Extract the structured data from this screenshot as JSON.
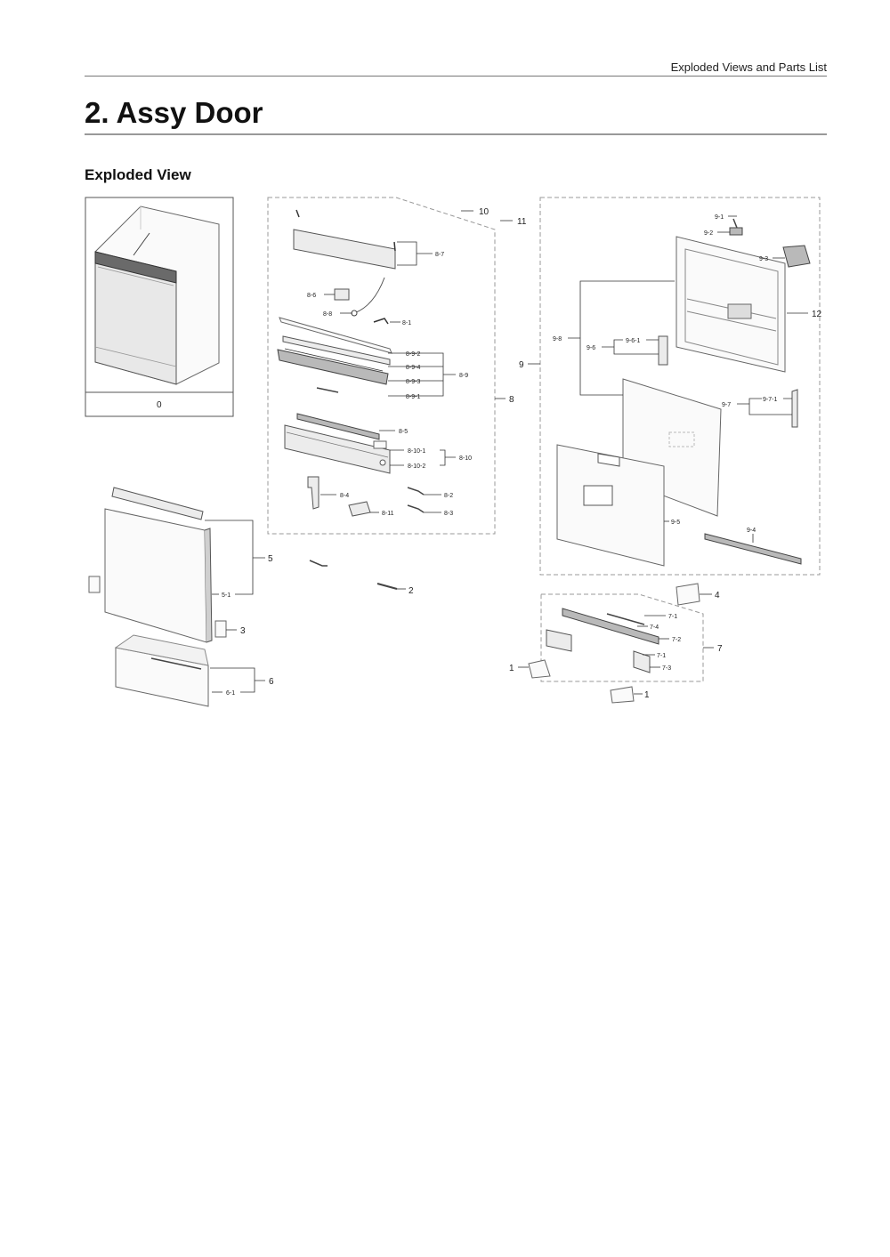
{
  "header": {
    "section_title": "Exploded Views and Parts List"
  },
  "page": {
    "title": "2.  Assy Door",
    "subtitle": "Exploded View"
  },
  "diagram": {
    "callouts": [
      {
        "id": "c0",
        "text": "0"
      },
      {
        "id": "c10",
        "text": "10"
      },
      {
        "id": "c11",
        "text": "11"
      },
      {
        "id": "c8-7",
        "text": "8-7"
      },
      {
        "id": "c8-6",
        "text": "8-6"
      },
      {
        "id": "c8-8",
        "text": "8-8"
      },
      {
        "id": "c8-1",
        "text": "8-1"
      },
      {
        "id": "c8-9-2",
        "text": "8-9-2"
      },
      {
        "id": "c8-9-4",
        "text": "8-9-4"
      },
      {
        "id": "c8-9",
        "text": "8-9"
      },
      {
        "id": "c8-9-3",
        "text": "8-9-3"
      },
      {
        "id": "c8-9-1",
        "text": "8-9-1"
      },
      {
        "id": "c8",
        "text": "8"
      },
      {
        "id": "c8-5",
        "text": "8-5"
      },
      {
        "id": "c8-10-1",
        "text": "8-10-1"
      },
      {
        "id": "c8-10",
        "text": "8-10"
      },
      {
        "id": "c8-10-2",
        "text": "8-10-2"
      },
      {
        "id": "c8-4",
        "text": "8-4"
      },
      {
        "id": "c8-2",
        "text": "8-2"
      },
      {
        "id": "c8-11",
        "text": "8-11"
      },
      {
        "id": "c8-3",
        "text": "8-3"
      },
      {
        "id": "c5",
        "text": "5"
      },
      {
        "id": "c5-1",
        "text": "5-1"
      },
      {
        "id": "c2",
        "text": "2"
      },
      {
        "id": "c3",
        "text": "3"
      },
      {
        "id": "c6",
        "text": "6"
      },
      {
        "id": "c6-1",
        "text": "6-1"
      },
      {
        "id": "c9-1",
        "text": "9-1"
      },
      {
        "id": "c9-2",
        "text": "9-2"
      },
      {
        "id": "c9-3",
        "text": "9-3"
      },
      {
        "id": "c12",
        "text": "12"
      },
      {
        "id": "c9-8",
        "text": "9-8"
      },
      {
        "id": "c9-6",
        "text": "9-6"
      },
      {
        "id": "c9-6-1",
        "text": "9-6-1"
      },
      {
        "id": "c9",
        "text": "9"
      },
      {
        "id": "c9-7",
        "text": "9-7"
      },
      {
        "id": "c9-7-1",
        "text": "9-7-1"
      },
      {
        "id": "c9-5",
        "text": "9-5"
      },
      {
        "id": "c9-4",
        "text": "9-4"
      },
      {
        "id": "c4",
        "text": "4"
      },
      {
        "id": "c7-1a",
        "text": "7-1"
      },
      {
        "id": "c7-4",
        "text": "7-4"
      },
      {
        "id": "c7-2",
        "text": "7-2"
      },
      {
        "id": "c7",
        "text": "7"
      },
      {
        "id": "c7-1b",
        "text": "7-1"
      },
      {
        "id": "c7-3",
        "text": "7-3"
      },
      {
        "id": "c1a",
        "text": "1"
      },
      {
        "id": "c1b",
        "text": "1"
      }
    ]
  }
}
